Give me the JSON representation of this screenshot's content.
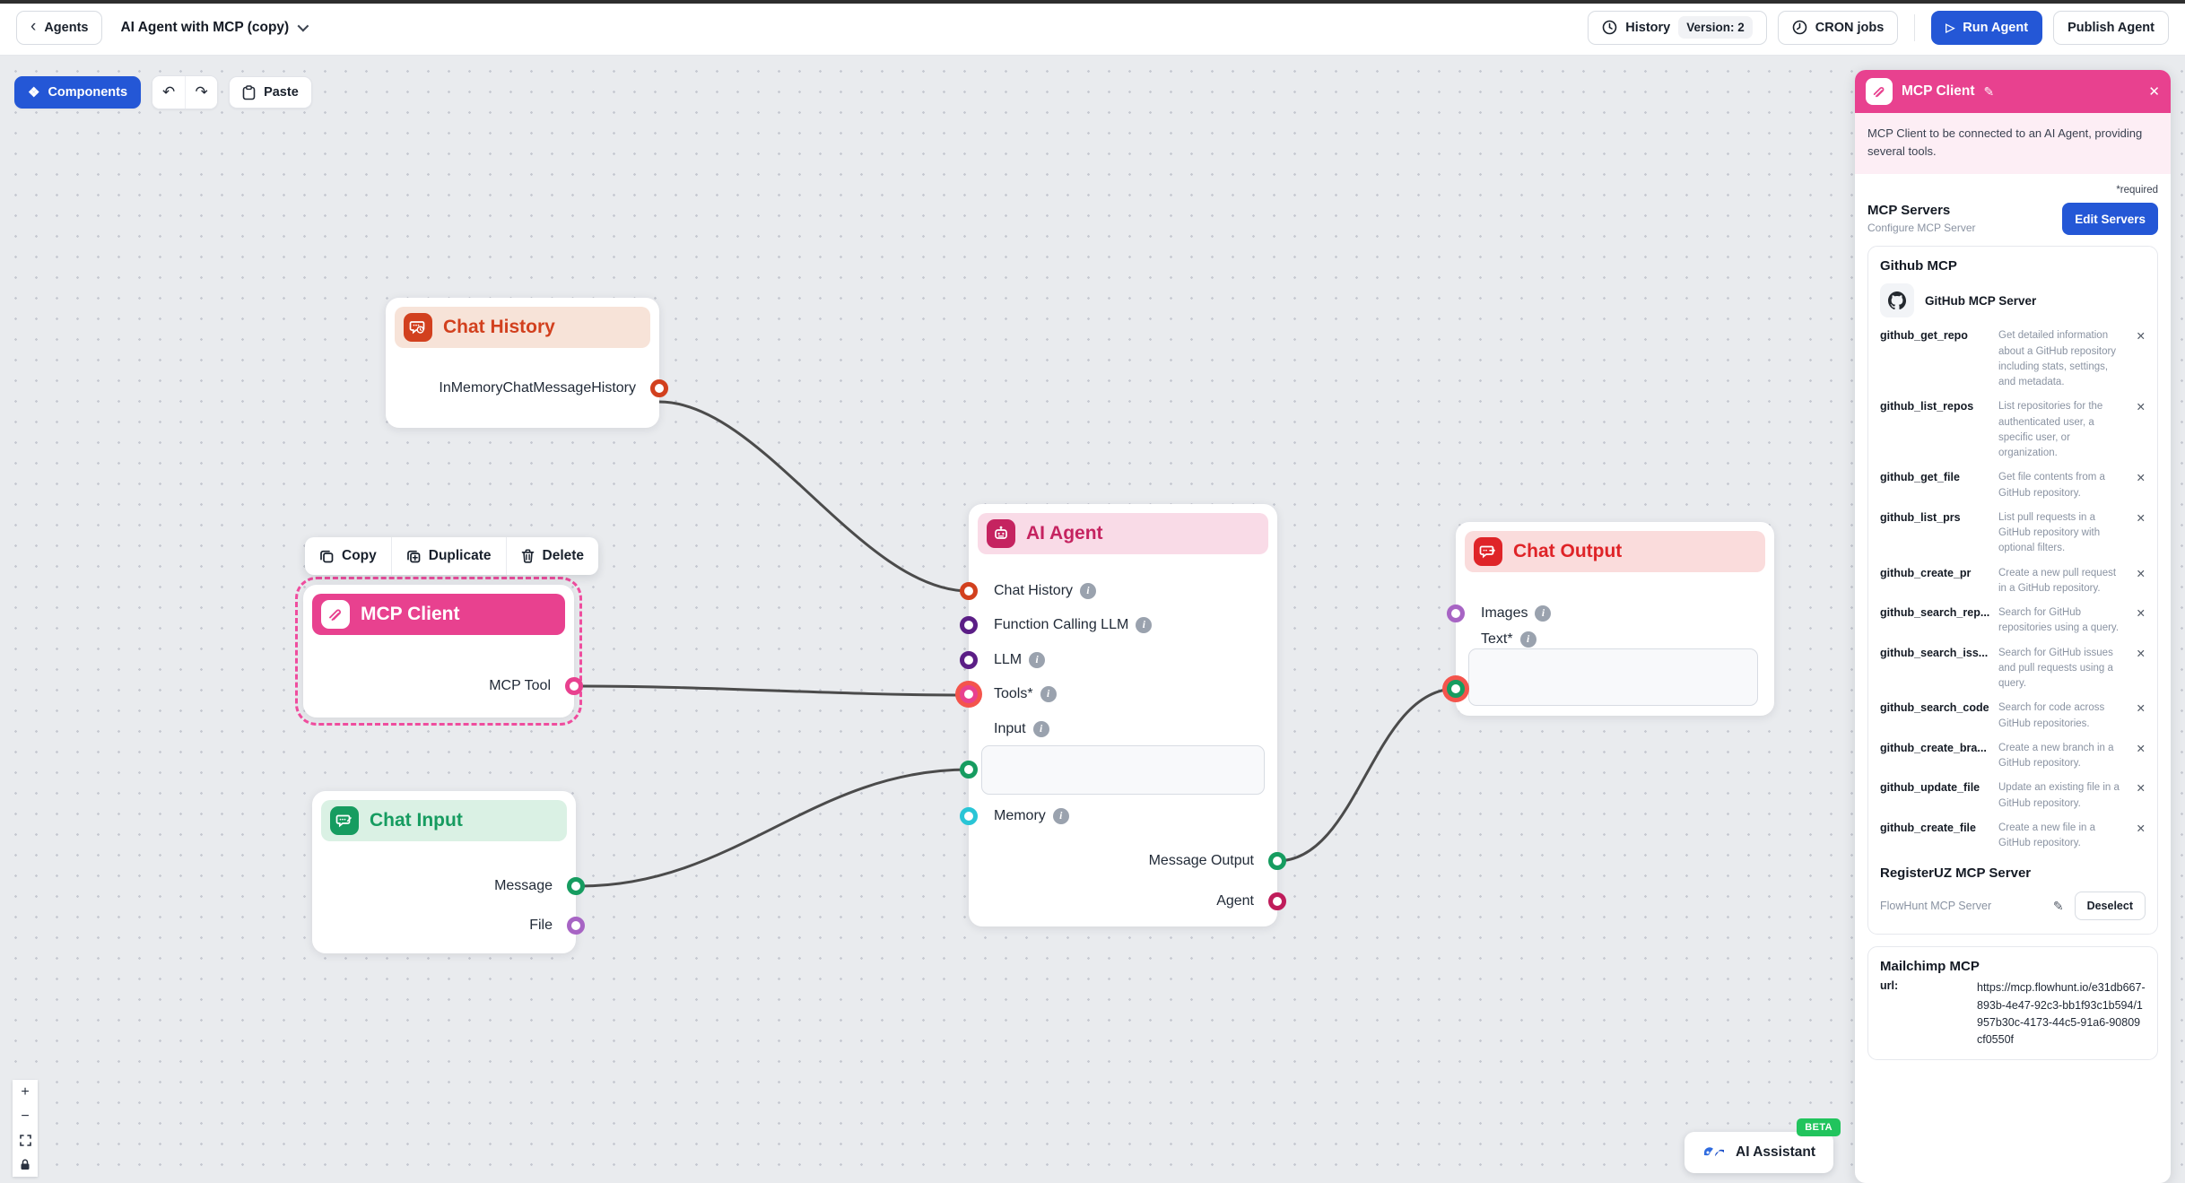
{
  "header": {
    "back_button": "Agents",
    "title": "AI Agent with MCP (copy)",
    "history_label": "History",
    "version_badge": "Version: 2",
    "cron_label": "CRON jobs",
    "run_label": "Run Agent",
    "publish_label": "Publish Agent"
  },
  "toolbar": {
    "components_label": "Components",
    "paste_label": "Paste"
  },
  "context_menu": {
    "copy": "Copy",
    "duplicate": "Duplicate",
    "delete": "Delete"
  },
  "nodes": {
    "chat_history": {
      "title": "Chat History",
      "output": "InMemoryChatMessageHistory",
      "color": "#d2401e"
    },
    "mcp_client": {
      "title": "MCP Client",
      "output": "MCP Tool",
      "color": "#e8418f"
    },
    "chat_input": {
      "title": "Chat Input",
      "outputs": [
        "Message",
        "File"
      ],
      "color": "#169c60"
    },
    "ai_agent": {
      "title": "AI Agent",
      "color": "#c52360",
      "inputs": [
        "Chat History",
        "Function Calling LLM",
        "LLM",
        "Tools*",
        "Input",
        "Memory"
      ],
      "outputs": [
        "Message Output",
        "Agent"
      ]
    },
    "chat_output": {
      "title": "Chat Output",
      "color": "#df2428",
      "inputs": [
        "Images",
        "Text*"
      ]
    }
  },
  "handle_colors": {
    "chat_history": "#d2401e",
    "mcp_tool": "#e8418f",
    "message": "#169c60",
    "file": "#a764c4",
    "llm": "#5b1e86",
    "memory": "#29c5d6",
    "agent": "#bf1d5b",
    "connected_glow": "#f4544c"
  },
  "sidebar": {
    "title": "MCP Client",
    "description": "MCP Client to be connected to an AI Agent, providing several tools.",
    "required_note": "*required",
    "servers_label": "MCP Servers",
    "servers_sub": "Configure MCP Server",
    "edit_servers": "Edit Servers",
    "github_card": {
      "title": "Github MCP",
      "server_name": "GitHub MCP Server",
      "tools": [
        {
          "name": "github_get_repo",
          "desc": "Get detailed information about a GitHub repository including stats, settings, and metadata."
        },
        {
          "name": "github_list_repos",
          "desc": "List repositories for the authenticated user, a specific user, or organization."
        },
        {
          "name": "github_get_file",
          "desc": "Get file contents from a GitHub repository."
        },
        {
          "name": "github_list_prs",
          "desc": "List pull requests in a GitHub repository with optional filters."
        },
        {
          "name": "github_create_pr",
          "desc": "Create a new pull request in a GitHub repository."
        },
        {
          "name": "github_search_rep...",
          "desc": "Search for GitHub repositories using a query."
        },
        {
          "name": "github_search_iss...",
          "desc": "Search for GitHub issues and pull requests using a query."
        },
        {
          "name": "github_search_code",
          "desc": "Search for code across GitHub repositories."
        },
        {
          "name": "github_create_bra...",
          "desc": "Create a new branch in a GitHub repository."
        },
        {
          "name": "github_update_file",
          "desc": "Update an existing file in a GitHub repository."
        },
        {
          "name": "github_create_file",
          "desc": "Create a new file in a GitHub repository."
        }
      ]
    },
    "registeruz_title": "RegisterUZ MCP Server",
    "flowhunt_server": "FlowHunt MCP Server",
    "deselect": "Deselect",
    "mailchimp_card": {
      "title": "Mailchimp MCP",
      "url_label": "url:",
      "url_value": "https://mcp.flowhunt.io/e31db667-893b-4e47-92c3-bb1f93c1b594/1957b30c-4173-44c5-91a6-90809cf0550f"
    }
  },
  "assistant": {
    "label": "AI Assistant",
    "beta": "BETA"
  }
}
